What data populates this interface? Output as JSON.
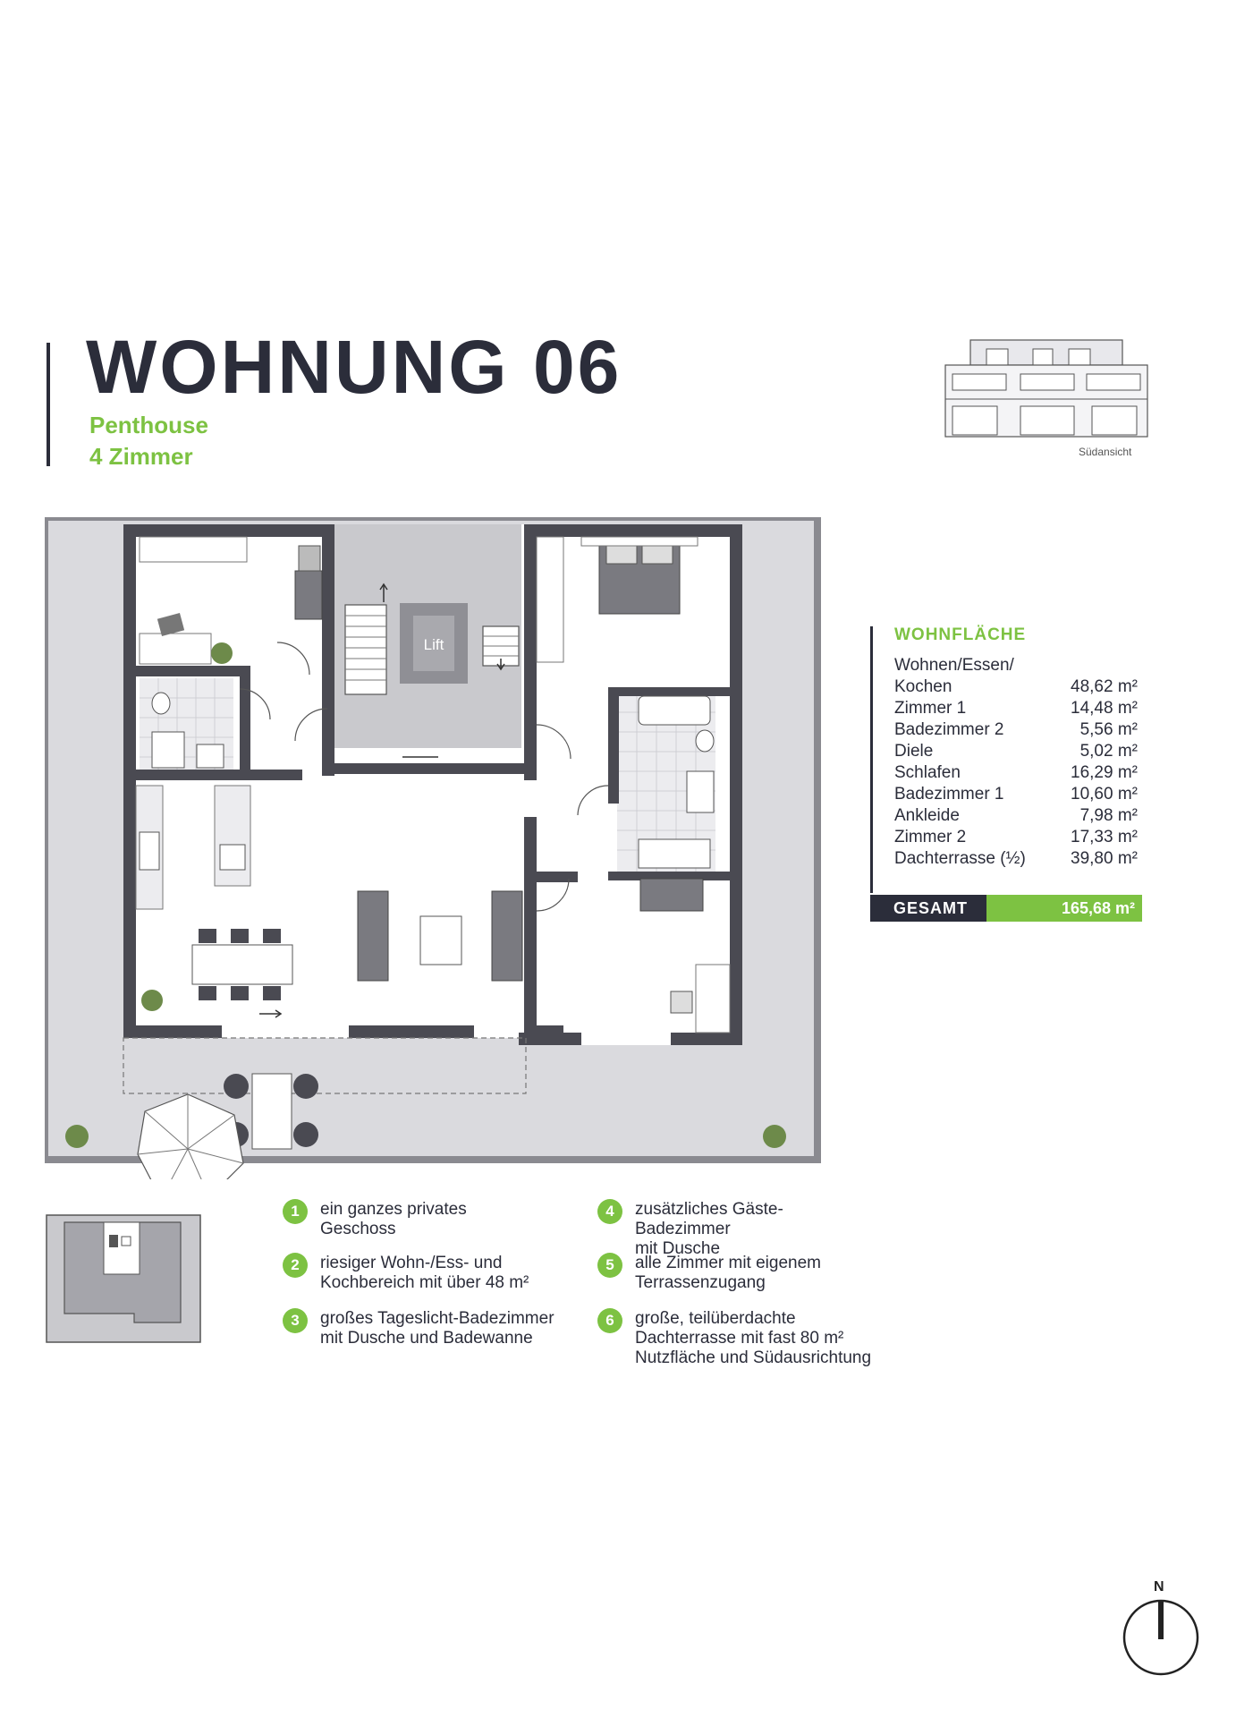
{
  "header": {
    "title": "WOHNUNG 06",
    "subtitle_1": "Penthouse",
    "subtitle_2": "4 Zimmer"
  },
  "elevation": {
    "label": "Südansicht"
  },
  "floorplan": {
    "lift_label": "Lift"
  },
  "area_table": {
    "heading": "WOHNFLÄCHE",
    "rows": [
      {
        "label": "Wohnen/Essen/",
        "value": ""
      },
      {
        "label": "Kochen",
        "value": "48,62 m²"
      },
      {
        "label": "Zimmer 1",
        "value": "14,48 m²"
      },
      {
        "label": "Badezimmer 2",
        "value": "5,56 m²"
      },
      {
        "label": "Diele",
        "value": "5,02 m²"
      },
      {
        "label": "Schlafen",
        "value": "16,29 m²"
      },
      {
        "label": "Badezimmer 1",
        "value": "10,60 m²"
      },
      {
        "label": "Ankleide",
        "value": "7,98 m²"
      },
      {
        "label": "Zimmer 2",
        "value": "17,33 m²"
      },
      {
        "label": "Dachterrasse (½)",
        "value": "39,80 m²"
      }
    ],
    "total_label": "GESAMT",
    "total_value": "165,68 m²"
  },
  "features": [
    {
      "num": "1",
      "text": "ein ganzes privates\nGeschoss"
    },
    {
      "num": "2",
      "text": "riesiger Wohn-/Ess- und\nKochbereich mit über 48 m²"
    },
    {
      "num": "3",
      "text": "großes Tageslicht-Badezimmer\nmit Dusche und Badewanne"
    },
    {
      "num": "4",
      "text": "zusätzliches Gäste-Badezimmer\nmit Dusche"
    },
    {
      "num": "5",
      "text": "alle Zimmer mit eigenem\nTerrassenzugang"
    },
    {
      "num": "6",
      "text": "große, teilüberdachte\nDachterrasse mit fast 80 m²\nNutzfläche und Südausrichtung"
    }
  ],
  "compass": {
    "label": "N"
  }
}
